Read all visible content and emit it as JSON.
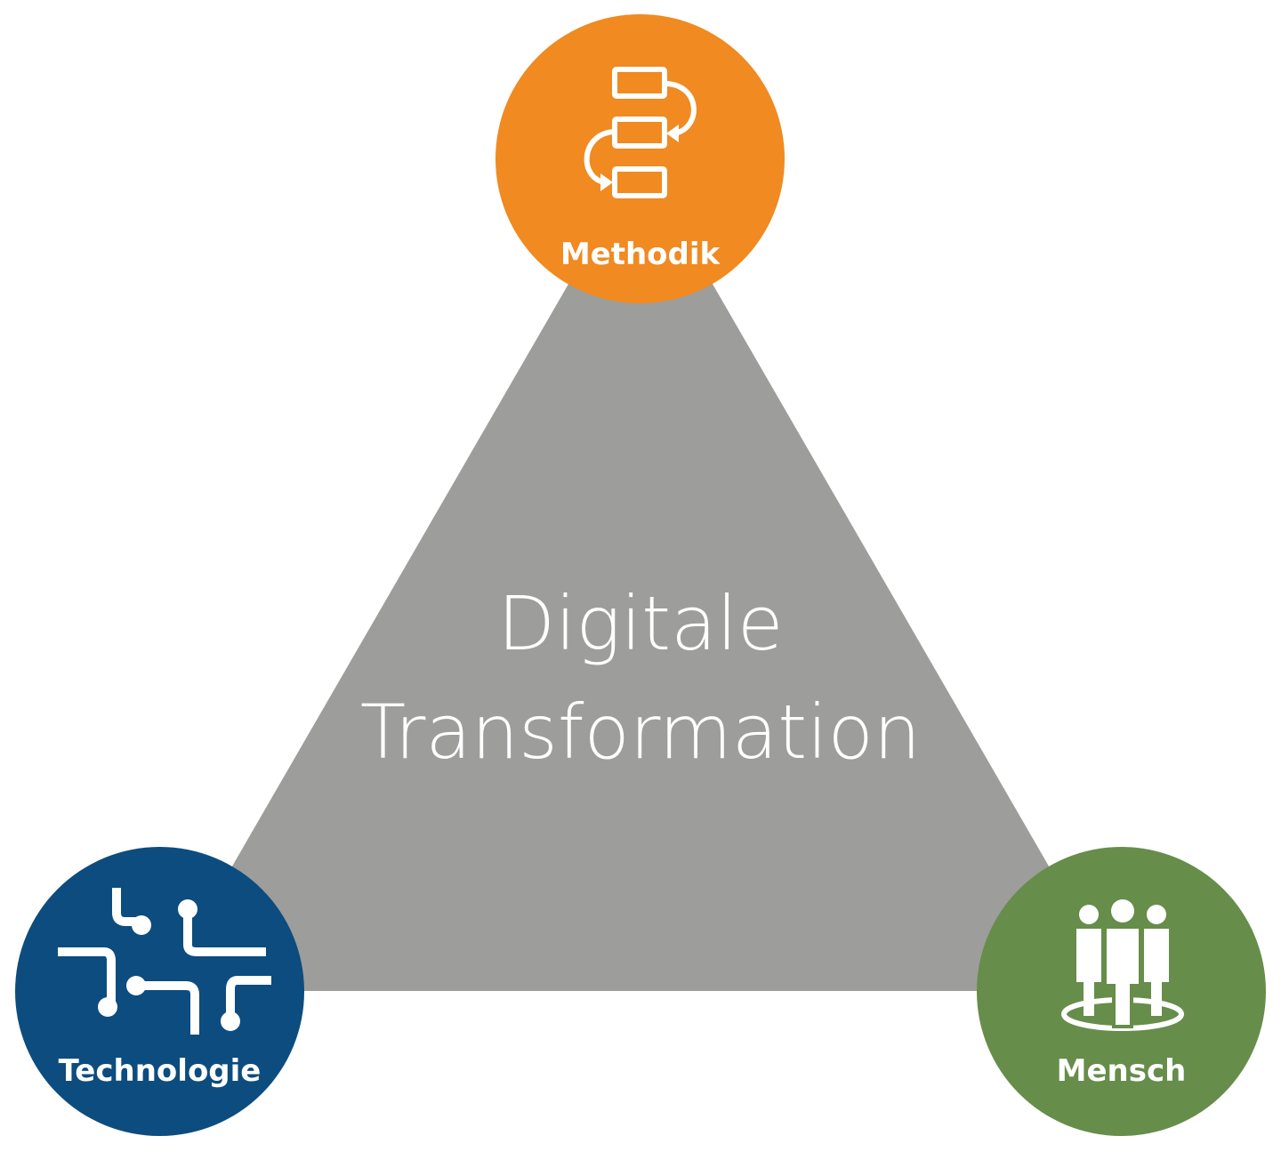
{
  "center": {
    "line1": "Digitale",
    "line2": "Transformation",
    "fill_color": "#9d9d9b"
  },
  "nodes": {
    "methodik": {
      "label": "Methodik",
      "color": "#f08a21",
      "icon": "process-flow-icon"
    },
    "technologie": {
      "label": "Technologie",
      "color": "#0d4c7e",
      "icon": "circuit-icon"
    },
    "mensch": {
      "label": "Mensch",
      "color": "#668d4a",
      "icon": "people-group-icon"
    }
  }
}
